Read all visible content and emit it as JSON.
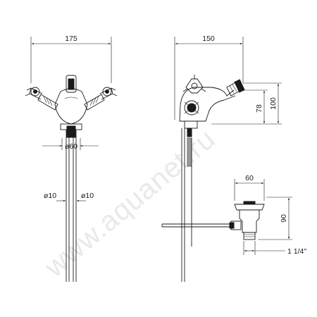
{
  "watermark": {
    "text": "www.aquanet.ru"
  },
  "front_view": {
    "width_dim": "175",
    "base_dim": "ø60",
    "pipe_left_dim": "ø10",
    "pipe_right_dim": "ø10"
  },
  "side_view": {
    "width_dim": "150",
    "spout_height_dim": "78",
    "total_height_dim": "100"
  },
  "drain_view": {
    "width_dim": "60",
    "height_dim": "90",
    "thread_dim": "1 1/4\""
  }
}
